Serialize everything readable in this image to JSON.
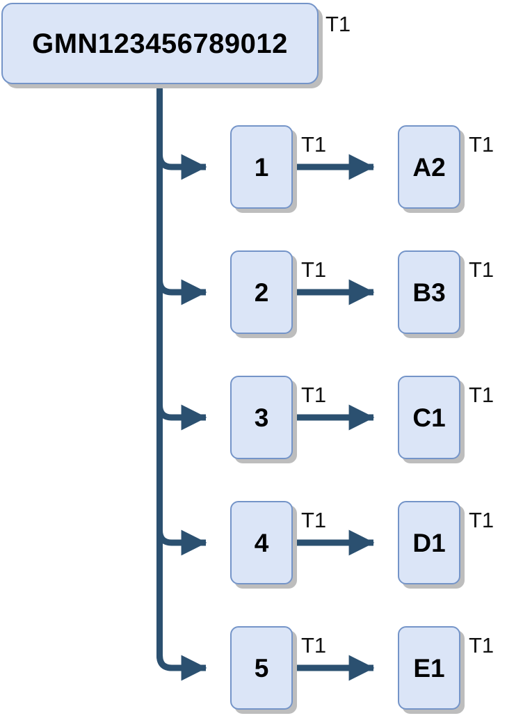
{
  "diagram": {
    "type": "hierarchy-tree",
    "orientation": "left-to-right",
    "colors": {
      "node_fill": "#dbe5f7",
      "node_border": "#7494c8",
      "edge": "#2b5070",
      "shadow": "#bdbdbd",
      "text": "#000000",
      "background": "#ffffff"
    },
    "root": {
      "label": "GMN123456789012",
      "edge_label": "T1"
    },
    "rows": [
      {
        "middle": {
          "label": "1",
          "edge_label": "T1"
        },
        "leaf": {
          "label": "A2",
          "edge_label": "T1"
        }
      },
      {
        "middle": {
          "label": "2",
          "edge_label": "T1"
        },
        "leaf": {
          "label": "B3",
          "edge_label": "T1"
        }
      },
      {
        "middle": {
          "label": "3",
          "edge_label": "T1"
        },
        "leaf": {
          "label": "C1",
          "edge_label": "T1"
        }
      },
      {
        "middle": {
          "label": "4",
          "edge_label": "T1"
        },
        "leaf": {
          "label": "D1",
          "edge_label": "T1"
        }
      },
      {
        "middle": {
          "label": "5",
          "edge_label": "T1"
        },
        "leaf": {
          "label": "E1",
          "edge_label": "T1"
        }
      }
    ]
  }
}
